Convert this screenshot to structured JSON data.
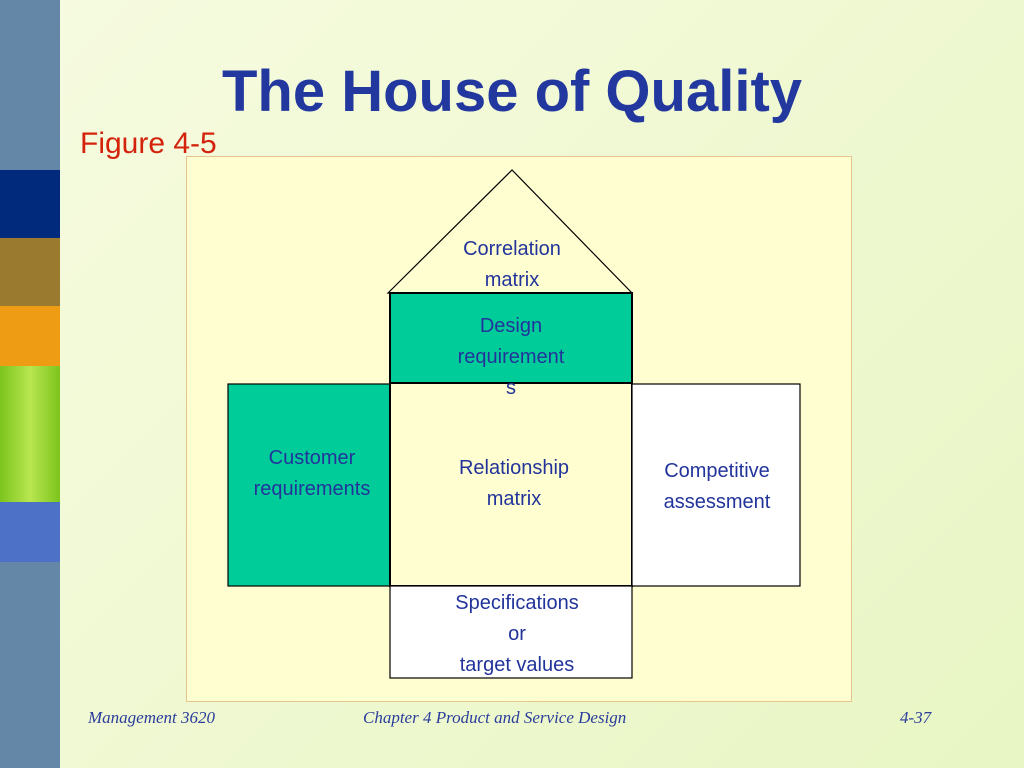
{
  "slide": {
    "title": "The House of Quality",
    "subtitle": "Figure 4-5"
  },
  "house": {
    "roof_label": [
      "Correlation",
      "matrix"
    ],
    "design_label": [
      "Design",
      "requirement",
      "s"
    ],
    "customer_label": [
      "Customer",
      "requirements"
    ],
    "relationship_label": [
      "Relationship",
      "matrix"
    ],
    "competitive_label": [
      "Competitive",
      "assessment"
    ],
    "specifications_label": [
      "Specifications",
      "or",
      "target values"
    ]
  },
  "footer": {
    "left": "Management 3620",
    "center": "Chapter 4 Product and Service Design",
    "right": "4-37"
  },
  "colors": {
    "title": "#23389e",
    "subtitle": "#d4230c",
    "label_text": "#22349b",
    "teal_fill": "#00cc99",
    "panel_background": "#fffed0",
    "stripes": [
      "#6487a8",
      "#012a7c",
      "#997a2e",
      "#ee9c14",
      "#8fd12a",
      "#4d71c6",
      "#6487a8"
    ]
  }
}
